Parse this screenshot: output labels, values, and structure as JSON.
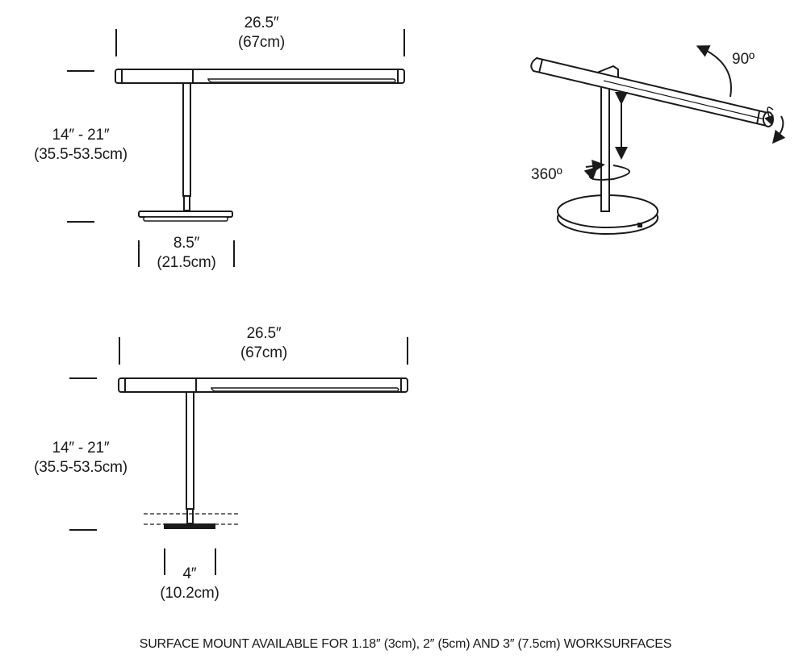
{
  "desk_base_view": {
    "arm_width_in": "26.5″",
    "arm_width_cm": "(67cm)",
    "height_in": "14″ - 21″",
    "height_cm": "(35.5-53.5cm)",
    "base_width_in": "8.5″",
    "base_width_cm": "(21.5cm)"
  },
  "surface_mount_view": {
    "arm_width_in": "26.5″",
    "arm_width_cm": "(67cm)",
    "height_in": "14″ - 21″",
    "height_cm": "(35.5-53.5cm)",
    "mount_width_in": "4″",
    "mount_width_cm": "(10.2cm)"
  },
  "perspective_view": {
    "tilt_angle": "90º",
    "rotation_angle": "360º"
  },
  "footnote": "SURFACE MOUNT AVAILABLE FOR 1.18″ (3cm), 2″ (5cm) AND 3″ (7.5cm) WORKSURFACES"
}
